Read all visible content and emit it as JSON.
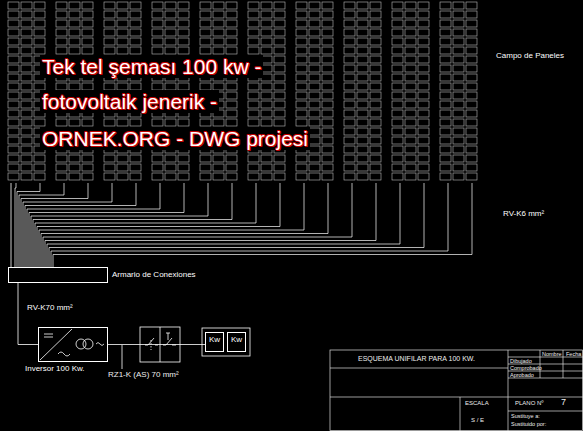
{
  "diagram": {
    "title": "ESQUEMA UNIFILAR PARA 100 KW.",
    "nodes": [
      {
        "text": [
          "Campo de Paneles"
        ]
      },
      {
        "text": [
          "Armario de Conexiones"
        ]
      },
      {
        "text": [
          "Inversor 100 Kw."
        ]
      },
      {
        "text": [
          "Kw"
        ]
      },
      {
        "text": [
          "Kw"
        ]
      }
    ],
    "edges": [
      {
        "from": 0,
        "to": 1,
        "arrow": "none",
        "label": "RV-K6 mm²"
      },
      {
        "from": 1,
        "to": 2,
        "arrow": "none",
        "label": "RV-K70 mm²"
      },
      {
        "from": 2,
        "to": 3,
        "arrow": "none"
      }
    ],
    "labels": [
      "Tek tel şeması 100 kw -",
      "fotovoltaik jenerik -",
      "ORNEK.ORG - DWG projesi",
      "RZ1-K (AS) 70 mm²",
      "Nombre",
      "Fecha",
      "Dibujado",
      "Comprobado",
      "Aprobado",
      "ESCALA",
      "S / E",
      "PLANO Nº",
      "7",
      "Sustituye a:",
      "Sustituido por:"
    ]
  }
}
